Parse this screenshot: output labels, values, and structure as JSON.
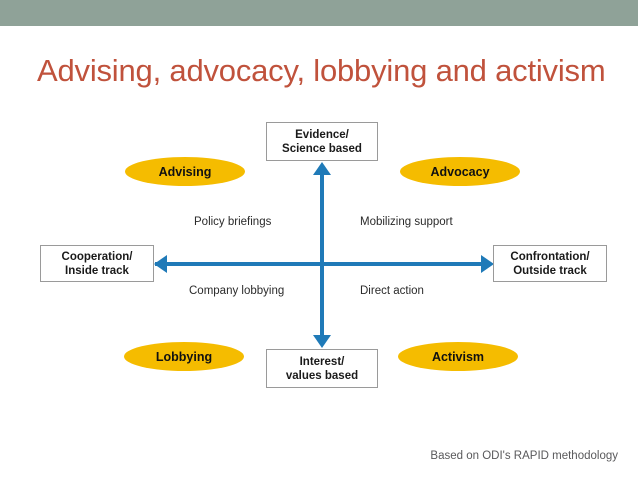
{
  "slide": {
    "title": "Advising, advocacy, lobbying and activism",
    "source_note": "Based on ODI's RAPID methodology",
    "colors": {
      "top_bar": "#8fa298",
      "title": "#c0523c",
      "arrow": "#1f7ab8",
      "ellipse_fill": "#f5bc00",
      "box_border": "#9a9a9a",
      "note_text": "#59595b"
    }
  },
  "axes": {
    "vertical": {
      "top_pole": {
        "line1": "Evidence/",
        "line2": "Science based"
      },
      "bottom_pole": {
        "line1": "Interest/",
        "line2": "values based"
      }
    },
    "horizontal": {
      "left_pole": {
        "line1": "Cooperation/",
        "line2": "Inside track"
      },
      "right_pole": {
        "line1": "Confrontation/",
        "line2": "Outside track"
      }
    }
  },
  "quadrants": [
    {
      "position": "top-left",
      "ellipse": "Advising",
      "activity": "Policy briefings"
    },
    {
      "position": "top-right",
      "ellipse": "Advocacy",
      "activity": "Mobilizing support"
    },
    {
      "position": "bottom-left",
      "ellipse": "Lobbying",
      "activity": "Company lobbying"
    },
    {
      "position": "bottom-right",
      "ellipse": "Activism",
      "activity": "Direct action"
    }
  ]
}
